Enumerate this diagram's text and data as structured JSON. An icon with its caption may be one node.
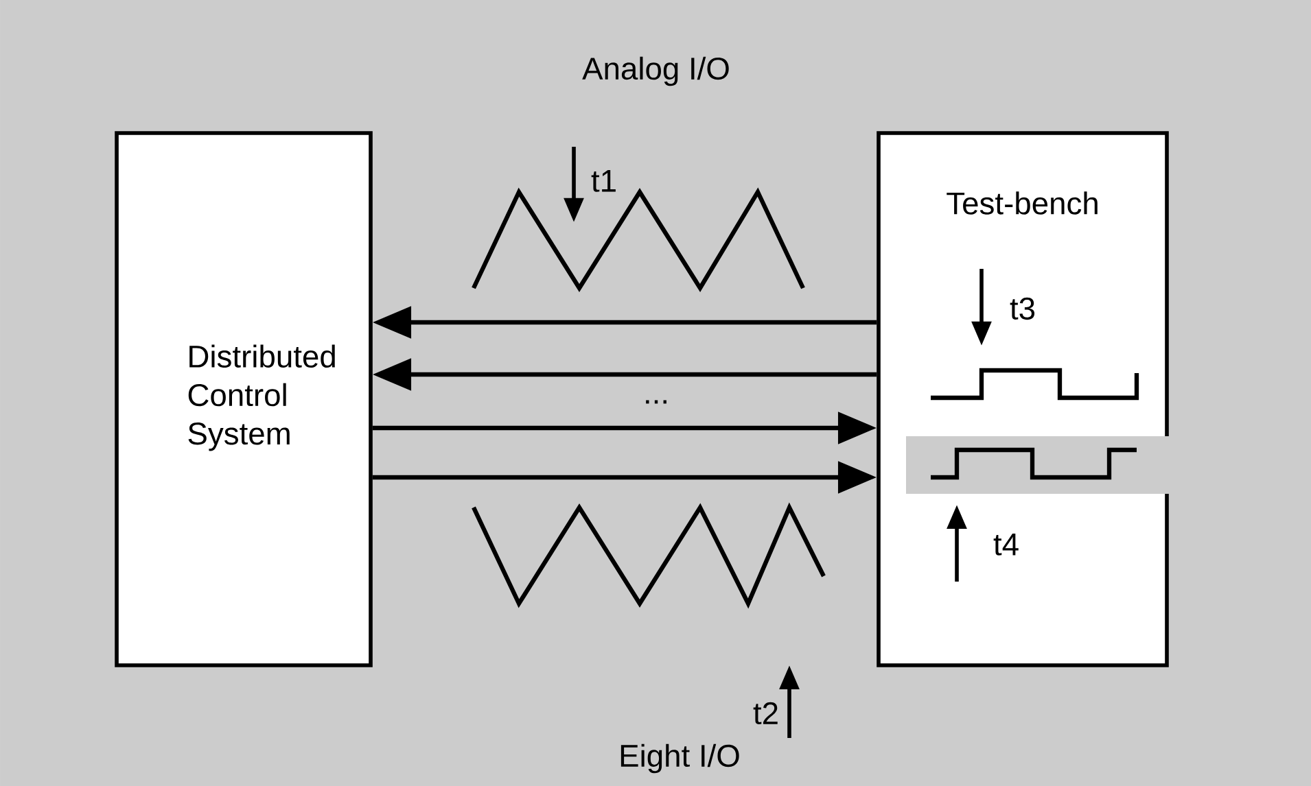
{
  "diagram": {
    "nodes": [
      {
        "text": [
          "Distributed Control System"
        ]
      },
      {
        "text": [
          "Test-bench"
        ]
      }
    ],
    "edges": [
      {
        "from": 1,
        "to": 0,
        "arrow": "to"
      },
      {
        "from": 1,
        "to": 0,
        "arrow": "to"
      },
      {
        "from": 0,
        "to": 1,
        "arrow": "to"
      },
      {
        "from": 0,
        "to": 1,
        "arrow": "to"
      }
    ],
    "labels": [
      "Analog I/O",
      "t1",
      "t3",
      "...",
      "t4",
      "t2",
      "Eight I/O"
    ]
  }
}
